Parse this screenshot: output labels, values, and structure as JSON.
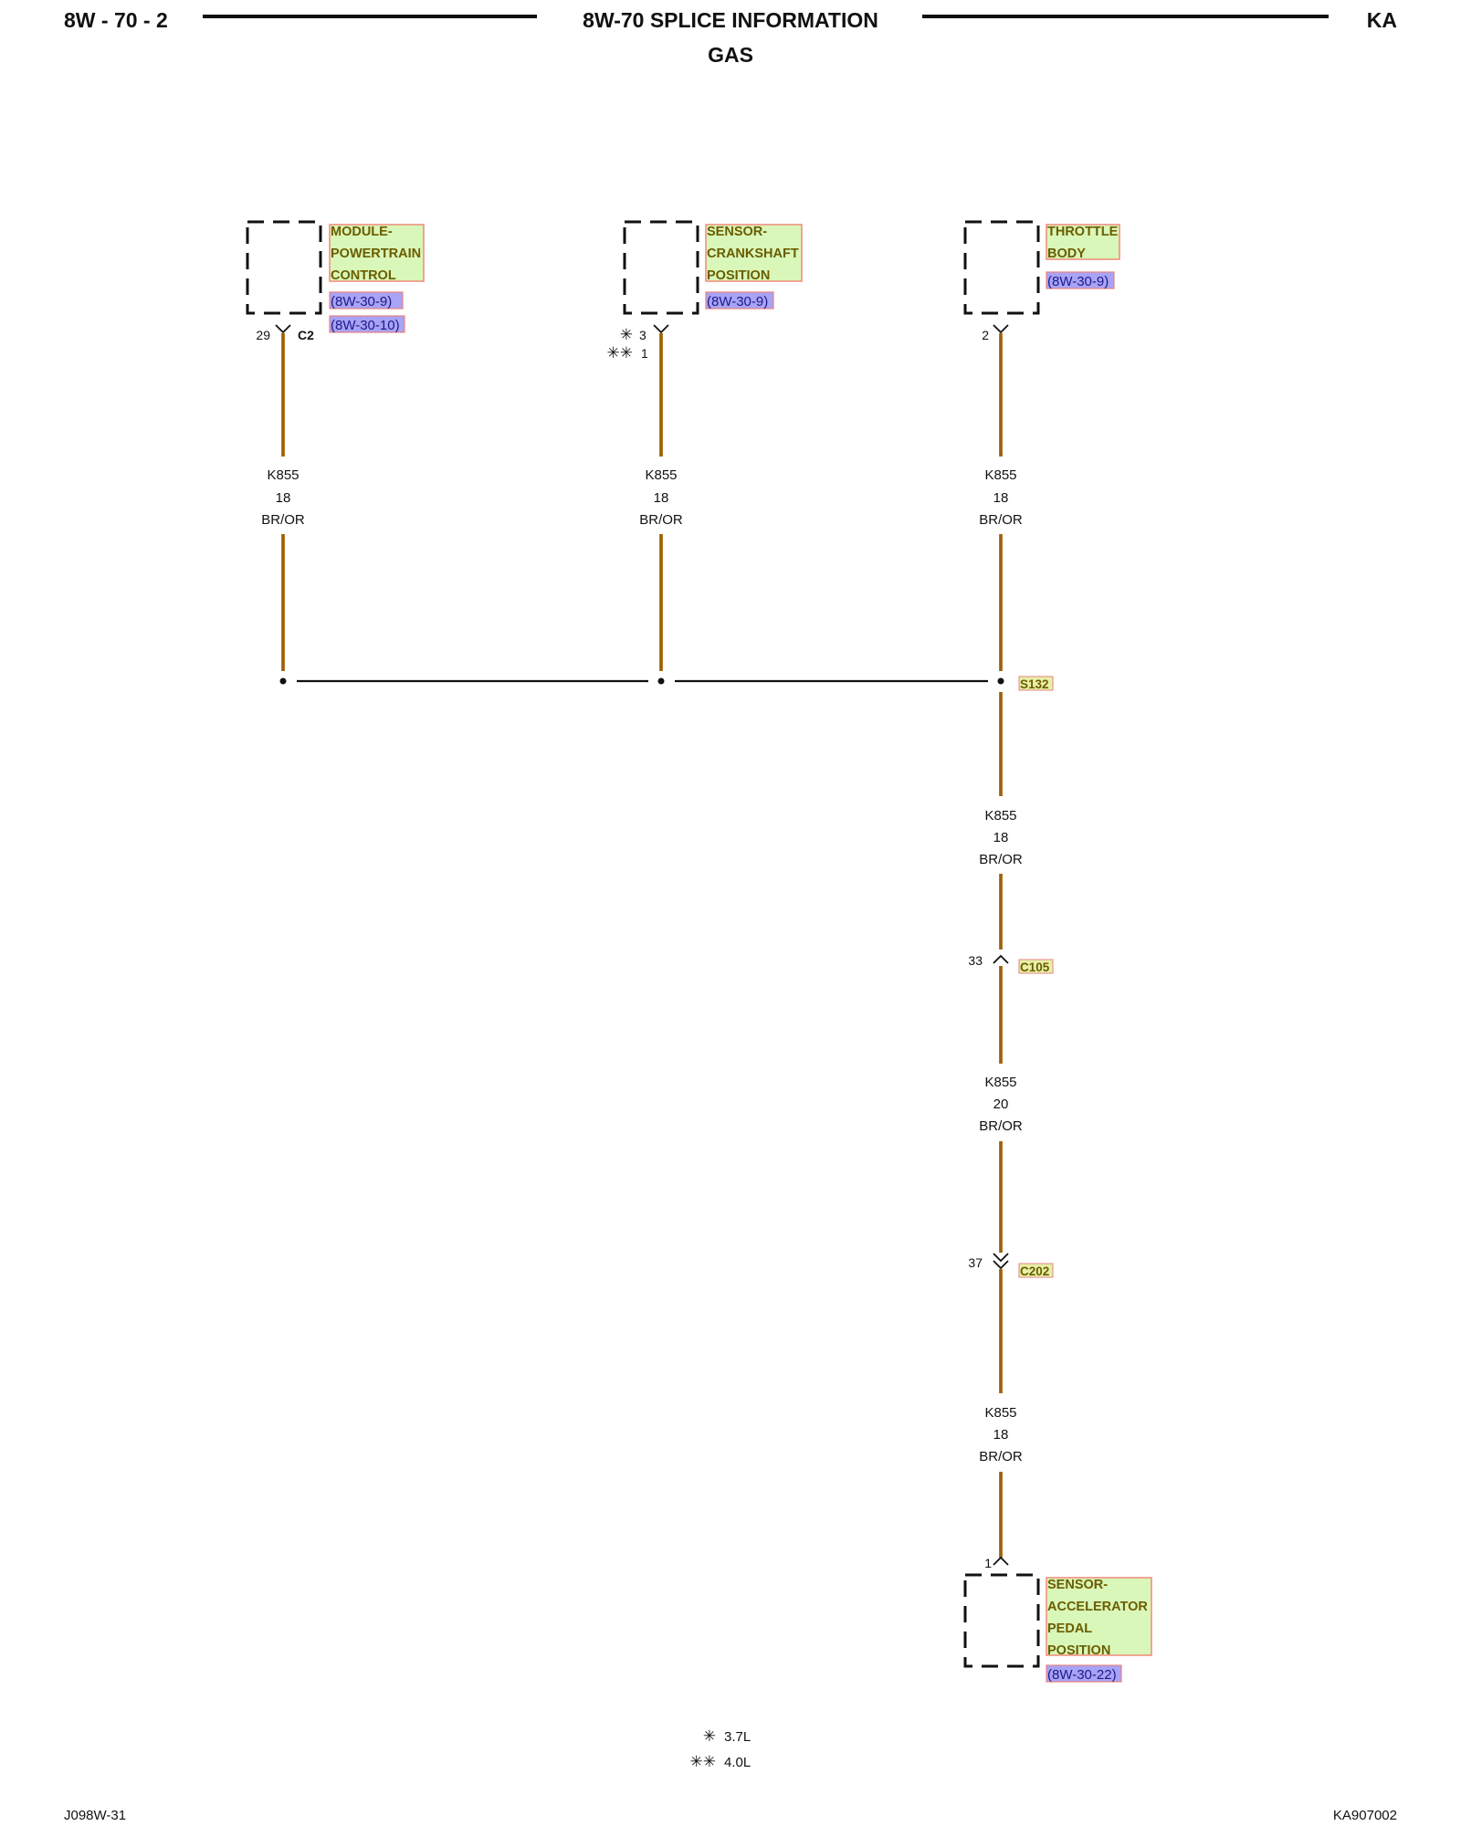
{
  "header": {
    "page_code": "8W - 70 - 2",
    "title": "8W-70 SPLICE INFORMATION",
    "subtitle": "GAS",
    "model": "KA"
  },
  "components": {
    "pcm": {
      "name_lines": [
        "MODULE-",
        "POWERTRAIN",
        "CONTROL"
      ],
      "refs": [
        "(8W-30-9)",
        "(8W-30-10)"
      ],
      "pin": "29",
      "connector": "C2"
    },
    "ckp": {
      "name_lines": [
        "SENSOR-",
        "CRANKSHAFT",
        "POSITION"
      ],
      "refs": [
        "(8W-30-9)"
      ],
      "pin_a_mark": "✳",
      "pin_a": "3",
      "pin_b_mark": "✳✳",
      "pin_b": "1"
    },
    "tb": {
      "name_lines": [
        "THROTTLE",
        "BODY"
      ],
      "refs": [
        "(8W-30-9)"
      ],
      "pin": "2"
    },
    "apps": {
      "name_lines": [
        "SENSOR-",
        "ACCELERATOR",
        "PEDAL",
        "POSITION"
      ],
      "refs": [
        "(8W-30-22)"
      ],
      "pin": "1"
    }
  },
  "wires": {
    "pcm": {
      "circuit": "K855",
      "gauge": "18",
      "color": "BR/OR"
    },
    "ckp": {
      "circuit": "K855",
      "gauge": "18",
      "color": "BR/OR"
    },
    "tb": {
      "circuit": "K855",
      "gauge": "18",
      "color": "BR/OR"
    },
    "splice_to_c105": {
      "circuit": "K855",
      "gauge": "18",
      "color": "BR/OR"
    },
    "c105_to_c202": {
      "circuit": "K855",
      "gauge": "20",
      "color": "BR/OR"
    },
    "c202_to_apps": {
      "circuit": "K855",
      "gauge": "18",
      "color": "BR/OR"
    }
  },
  "splice": {
    "id": "S132"
  },
  "connectors": {
    "c105": {
      "id": "C105",
      "pin": "33"
    },
    "c202": {
      "id": "C202",
      "pin": "37"
    }
  },
  "legend": [
    {
      "mark": "✳",
      "text": "3.7L"
    },
    {
      "mark": "✳✳",
      "text": "4.0L"
    }
  ],
  "footer": {
    "left": "J098W-31",
    "right": "KA907002"
  },
  "colors": {
    "wire": "#b5761b",
    "component_fill": "#d9f7b8",
    "reference_fill": "#a9a3f5",
    "tag_fill": "#e8f0a8"
  }
}
